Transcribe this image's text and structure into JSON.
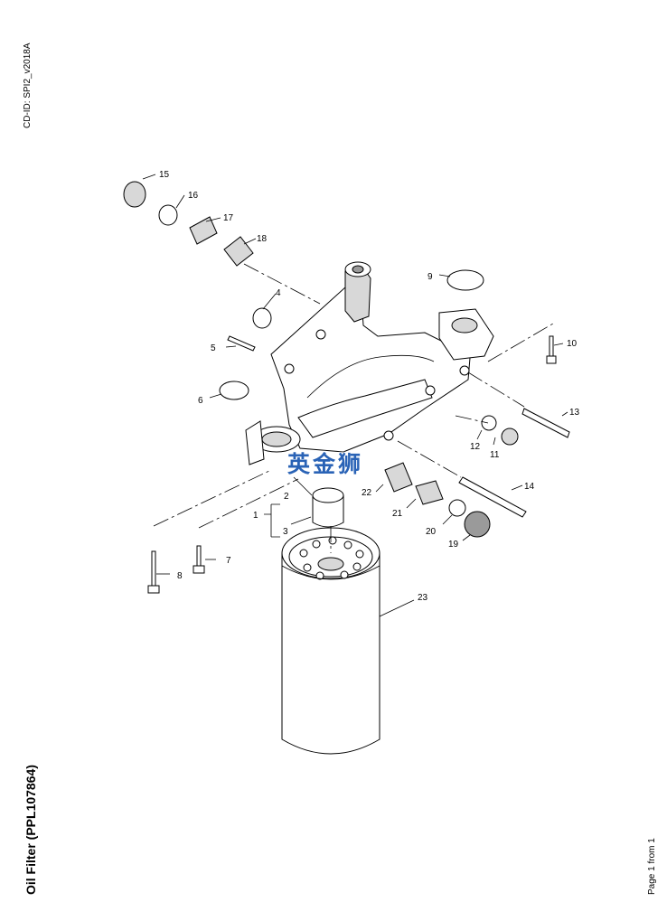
{
  "header": {
    "cd_id": "CD-ID: SPI2_v2018A"
  },
  "title": "Oil Filter (PPL107864)",
  "footer": {
    "page": "Page 1 from 1"
  },
  "watermark": "英金狮",
  "callouts": [
    "1",
    "2",
    "3",
    "4",
    "5",
    "6",
    "7",
    "8",
    "9",
    "10",
    "11",
    "12",
    "13",
    "14",
    "15",
    "16",
    "17",
    "18",
    "19",
    "20",
    "21",
    "22",
    "23"
  ]
}
